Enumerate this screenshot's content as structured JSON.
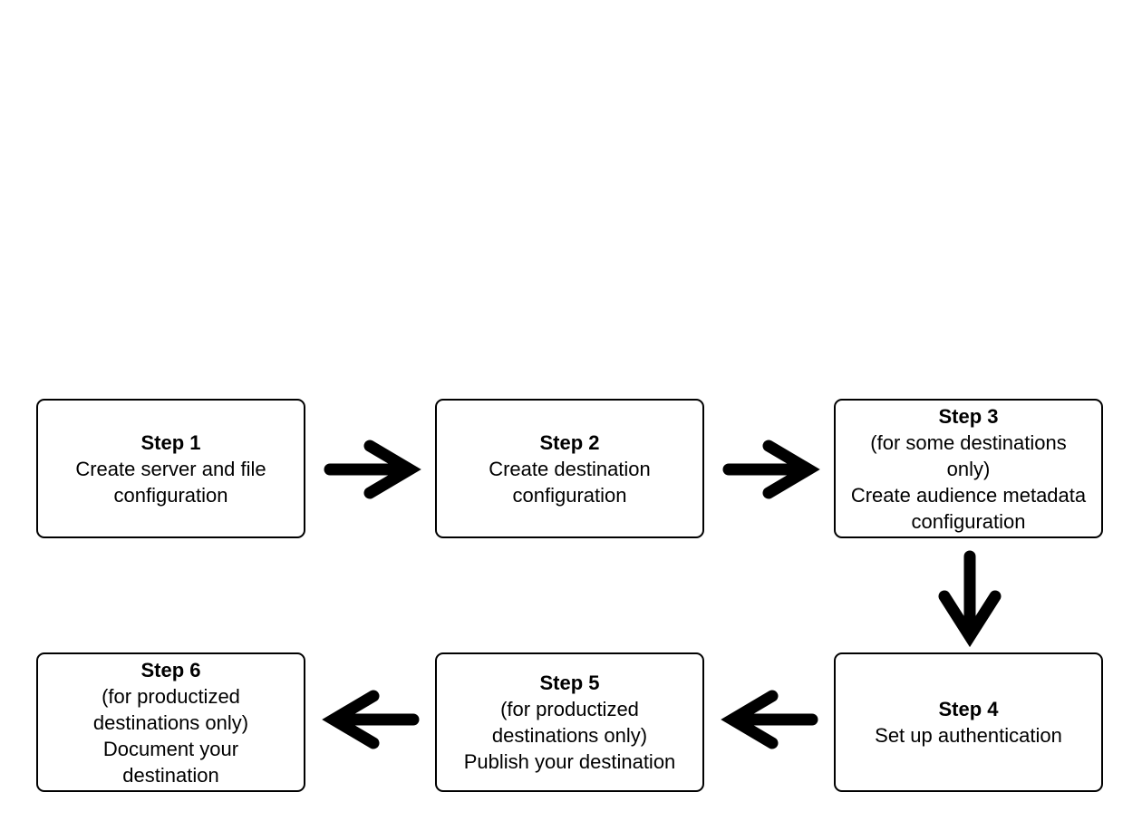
{
  "steps": [
    {
      "title": "Step 1",
      "lines": [
        "Create server and file",
        "configuration"
      ]
    },
    {
      "title": "Step 2",
      "lines": [
        "Create destination",
        "configuration"
      ]
    },
    {
      "title": "Step 3",
      "lines": [
        "(for some destinations",
        "only)",
        "Create audience metadata",
        "configuration"
      ]
    },
    {
      "title": "Step 4",
      "lines": [
        "Set up authentication"
      ]
    },
    {
      "title": "Step 5",
      "lines": [
        "(for productized",
        "destinations only)",
        "Publish your destination"
      ]
    },
    {
      "title": "Step 6",
      "lines": [
        "(for productized",
        "destinations only)",
        "Document your",
        "destination"
      ]
    }
  ],
  "arrows": [
    {
      "from": "Step 1",
      "to": "Step 2",
      "direction": "right"
    },
    {
      "from": "Step 2",
      "to": "Step 3",
      "direction": "right"
    },
    {
      "from": "Step 3",
      "to": "Step 4",
      "direction": "down"
    },
    {
      "from": "Step 4",
      "to": "Step 5",
      "direction": "left"
    },
    {
      "from": "Step 5",
      "to": "Step 6",
      "direction": "left"
    }
  ]
}
